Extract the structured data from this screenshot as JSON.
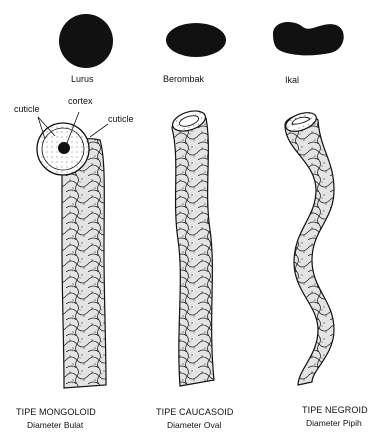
{
  "cross_sections": [
    {
      "label": "Lurus",
      "shape": "circle"
    },
    {
      "label": "Berombak",
      "shape": "oval"
    },
    {
      "label": "Ikal",
      "shape": "kidney"
    }
  ],
  "parts": {
    "cuticle_left": "cuticle",
    "cortex": "cortex",
    "cuticle_right": "cuticle"
  },
  "hair_types": [
    {
      "name": "TIPE MONGOLOID",
      "diameter": "Diameter Bulat"
    },
    {
      "name": "TIPE CAUCASOID",
      "diameter": "Diameter Oval"
    },
    {
      "name": "TIPE NEGROID",
      "diameter": "Diameter Pipih"
    }
  ],
  "colors": {
    "ink": "#111111",
    "fill": "#d9d9d9",
    "background": "#ffffff"
  }
}
